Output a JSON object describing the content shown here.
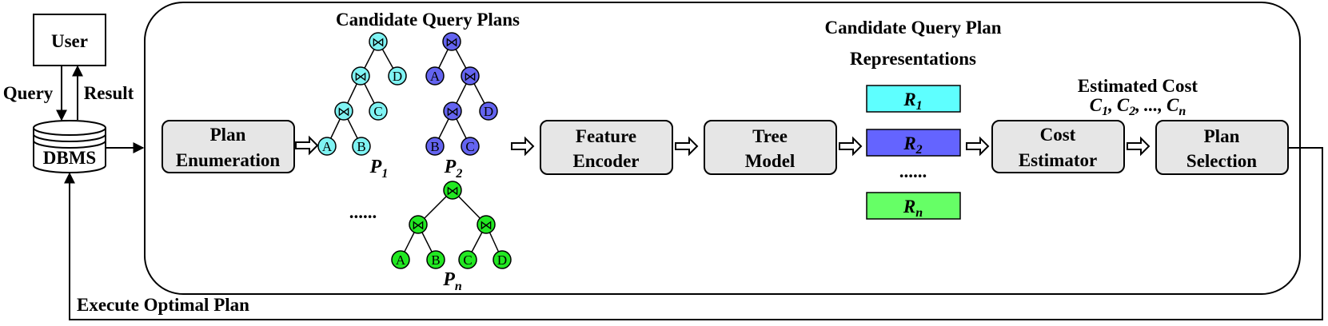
{
  "user_box": {
    "label": "User"
  },
  "dbms": {
    "label": "DBMS"
  },
  "edge_labels": {
    "query": "Query",
    "result": "Result",
    "execute": "Execute Optimal Plan"
  },
  "stages": {
    "plan_enumeration": {
      "line1": "Plan",
      "line2": "Enumeration"
    },
    "feature_encoder": {
      "line1": "Feature",
      "line2": "Encoder"
    },
    "tree_model": {
      "line1": "Tree",
      "line2": "Model"
    },
    "cost_estimator": {
      "line1": "Cost",
      "line2": "Estimator"
    },
    "plan_selection": {
      "line1": "Plan",
      "line2": "Selection"
    }
  },
  "candidate_plans": {
    "title": "Candidate Query Plans",
    "ellipsis": "......",
    "plans": [
      {
        "label": "P",
        "sub": "1",
        "color": "#7FF3F3",
        "join": "⋈",
        "leaves": [
          "A",
          "B",
          "C",
          "D"
        ]
      },
      {
        "label": "P",
        "sub": "2",
        "color": "#6464F0",
        "join": "⋈",
        "leaves": [
          "A",
          "B",
          "C",
          "D"
        ]
      },
      {
        "label": "P",
        "sub": "n",
        "color": "#22E822",
        "join": "⋈",
        "leaves": [
          "A",
          "B",
          "C",
          "D"
        ]
      }
    ]
  },
  "representations": {
    "title_line1": "Candidate Query Plan",
    "title_line2": "Representations",
    "ellipsis": "......",
    "items": [
      {
        "label": "R",
        "sub": "1",
        "color": "#5EFFFF"
      },
      {
        "label": "R",
        "sub": "2",
        "color": "#6464FF"
      },
      {
        "label": "R",
        "sub": "n",
        "color": "#66FF66"
      }
    ]
  },
  "estimated_cost": {
    "title": "Estimated Cost",
    "c": "C",
    "sub1": "1",
    "sub2": "2",
    "subn": "n",
    "sep": ",",
    "dots": "...,"
  }
}
